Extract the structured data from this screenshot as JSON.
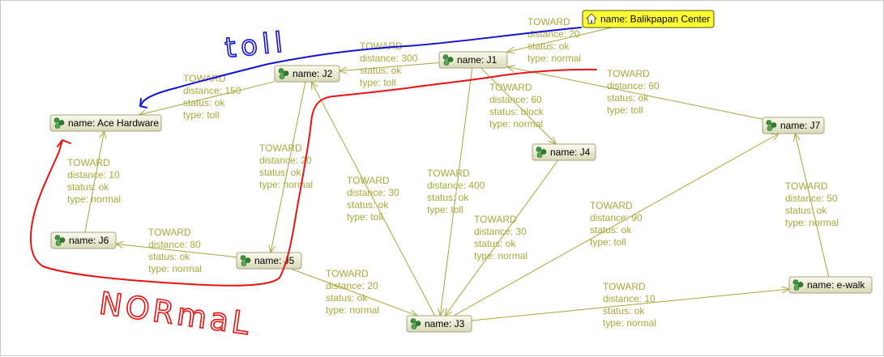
{
  "graph": {
    "nodes": [
      {
        "id": "center",
        "label": "name: Balikpapan Center",
        "root": true
      },
      {
        "id": "J1",
        "label": "name: J1"
      },
      {
        "id": "J2",
        "label": "name: J2"
      },
      {
        "id": "ace",
        "label": "name: Ace Hardware"
      },
      {
        "id": "J7",
        "label": "name: J7"
      },
      {
        "id": "J4",
        "label": "name: J4"
      },
      {
        "id": "J6",
        "label": "name: J6"
      },
      {
        "id": "J5",
        "label": "name: J5"
      },
      {
        "id": "J3",
        "label": "name: J3"
      },
      {
        "id": "ewalk",
        "label": "name: e-walk"
      }
    ],
    "edges": [
      {
        "from": "center",
        "to": "J1",
        "lines": [
          "TOWARD",
          "distance: 20",
          "status: ok",
          "type: normal"
        ]
      },
      {
        "from": "J1",
        "to": "J2",
        "lines": [
          "TOWARD",
          "distance: 300",
          "status: ok",
          "type: toll"
        ]
      },
      {
        "from": "J2",
        "to": "ace",
        "lines": [
          "TOWARD",
          "distance: 150",
          "status: ok",
          "type: toll"
        ]
      },
      {
        "from": "J7",
        "to": "J1",
        "lines": [
          "TOWARD",
          "distance: 60",
          "status: ok",
          "type: toll"
        ]
      },
      {
        "from": "J1",
        "to": "J4",
        "lines": [
          "TOWARD",
          "distance: 60",
          "status: block",
          "type: normal"
        ]
      },
      {
        "from": "J2",
        "to": "J5",
        "lines": [
          "TOWARD",
          "distance: 20",
          "status: ok",
          "type: normal"
        ]
      },
      {
        "from": "J6",
        "to": "ace",
        "lines": [
          "TOWARD",
          "distance: 10",
          "status: ok",
          "type: normal"
        ]
      },
      {
        "from": "J3",
        "to": "J2",
        "lines": [
          "TOWARD",
          "distance: 30",
          "status: ok",
          "type: toll"
        ]
      },
      {
        "from": "J1",
        "to": "J3",
        "lines": [
          "TOWARD",
          "distance: 400",
          "status: ok",
          "type: toll"
        ]
      },
      {
        "from": "J4",
        "to": "J3",
        "lines": [
          "TOWARD",
          "distance: 30",
          "status: ok",
          "type: normal"
        ]
      },
      {
        "from": "J3",
        "to": "J7",
        "lines": [
          "TOWARD",
          "distance: 90",
          "status: ok",
          "type: toll"
        ]
      },
      {
        "from": "ewalk",
        "to": "J7",
        "lines": [
          "TOWARD",
          "distance: 50",
          "status: ok",
          "type: normal"
        ]
      },
      {
        "from": "J5",
        "to": "J6",
        "lines": [
          "TOWARD",
          "distance: 80",
          "status: ok",
          "type: normal"
        ]
      },
      {
        "from": "J5",
        "to": "J3",
        "lines": [
          "TOWARD",
          "distance: 20",
          "status: ok",
          "type: normal"
        ]
      },
      {
        "from": "J3",
        "to": "ewalk",
        "lines": [
          "TOWARD",
          "distance: 10",
          "status: ok",
          "type: normal"
        ]
      }
    ]
  },
  "annotations": {
    "toll_text": "toll",
    "normal_text": "NORmaL"
  },
  "colors": {
    "edge": "#a6a63a",
    "edge_label": "#a8a83a",
    "root_node": "#ffff33",
    "annotation_blue": "#1212d6",
    "annotation_red": "#ee1111"
  }
}
